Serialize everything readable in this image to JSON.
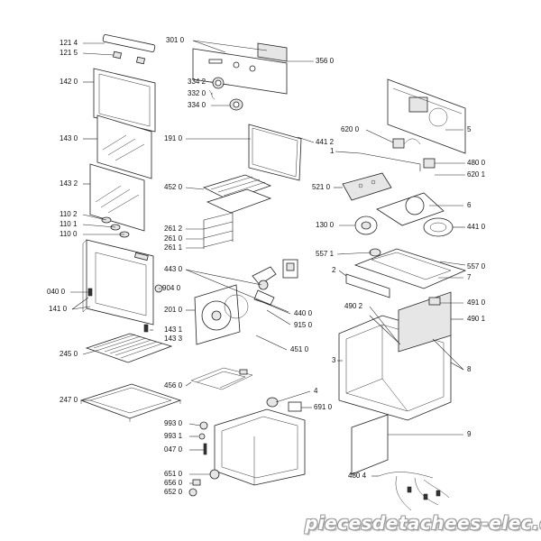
{
  "labels": {
    "l1214": "121 4",
    "l1215": "121 5",
    "l1420": "142 0",
    "l1430": "143 0",
    "l1432": "143 2",
    "l1102": "110 2",
    "l1101": "110 1",
    "l1100": "110 0",
    "l0400": "040 0",
    "l1410": "141 0",
    "l2450": "245 0",
    "l2470": "247 0",
    "l3010": "301 0",
    "l3560": "356 0",
    "l3342": "334 2",
    "l3320": "332 0",
    "l3340": "334 0",
    "l1910": "191 0",
    "l4412": "441 2",
    "l4520": "452 0",
    "l2612": "261 2",
    "l2610": "261 0",
    "l2611": "261 1",
    "l4430": "443 0",
    "l9040": "904 0",
    "l2010": "201 0",
    "l4400": "440 0",
    "l9150": "915 0",
    "l1431": "143 1",
    "l1433": "143 3",
    "l4510": "451 0",
    "l4560": "456 0",
    "l4": "4",
    "l6910": "691 0",
    "l9930": "993 0",
    "l9931": "993 1",
    "l0470": "047 0",
    "l6510": "651 0",
    "l6560": "656 0",
    "l6520": "652 0",
    "l5": "5",
    "l6200": "620 0",
    "l1": "1",
    "l4800": "480 0",
    "l6201": "620 1",
    "l5210": "521 0",
    "l6": "6",
    "l1300": "130 0",
    "l4410": "441 0",
    "l5571": "557 1",
    "l5570": "557 0",
    "l2": "2",
    "l7": "7",
    "l4902": "490 2",
    "l4910": "491 0",
    "l4901": "490 1",
    "l3": "3",
    "l8": "8",
    "l9": "9",
    "l4804": "480 4"
  },
  "watermark": "piecesdetachees-elec.com",
  "colors": {
    "ink": "#222222",
    "fill": "#ffffff",
    "shade": "#e6e6e6"
  }
}
